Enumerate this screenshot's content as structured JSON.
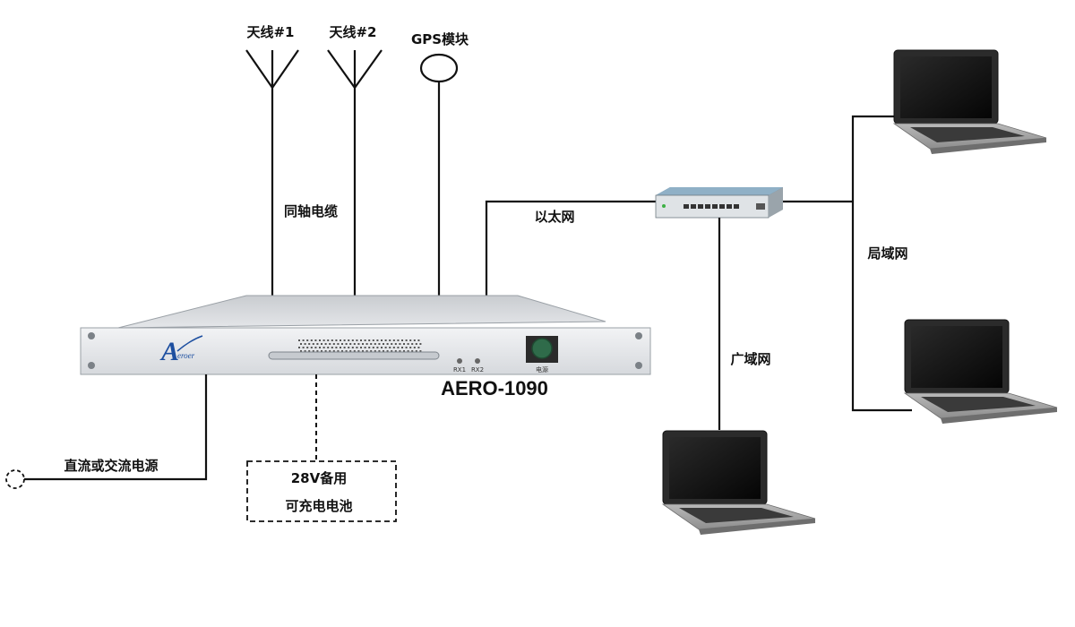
{
  "labels": {
    "antenna1": "天线#1",
    "antenna2": "天线#2",
    "gps": "GPS模块",
    "coax": "同轴电缆",
    "ethernet": "以太网",
    "lan": "局域网",
    "wan": "广域网",
    "device_model": "AERO-1090",
    "power_source": "直流或交流电源",
    "battery_line1": "28V备用",
    "battery_line2": "可充电电池"
  },
  "device": {
    "logo_letter": "A",
    "logo_text": "eroer",
    "rx1": "RX1",
    "rx2": "RX2",
    "power_label": "电源"
  },
  "colors": {
    "wire": "#111111",
    "logo": "#1d4fa0",
    "panel": "#e6e9ec",
    "switch_body": "#4a6f86",
    "power_button": "#2f6b4a"
  },
  "icons": [
    "antenna-icon",
    "gps-module-icon",
    "network-switch-icon",
    "laptop-icon",
    "power-plug-icon"
  ]
}
